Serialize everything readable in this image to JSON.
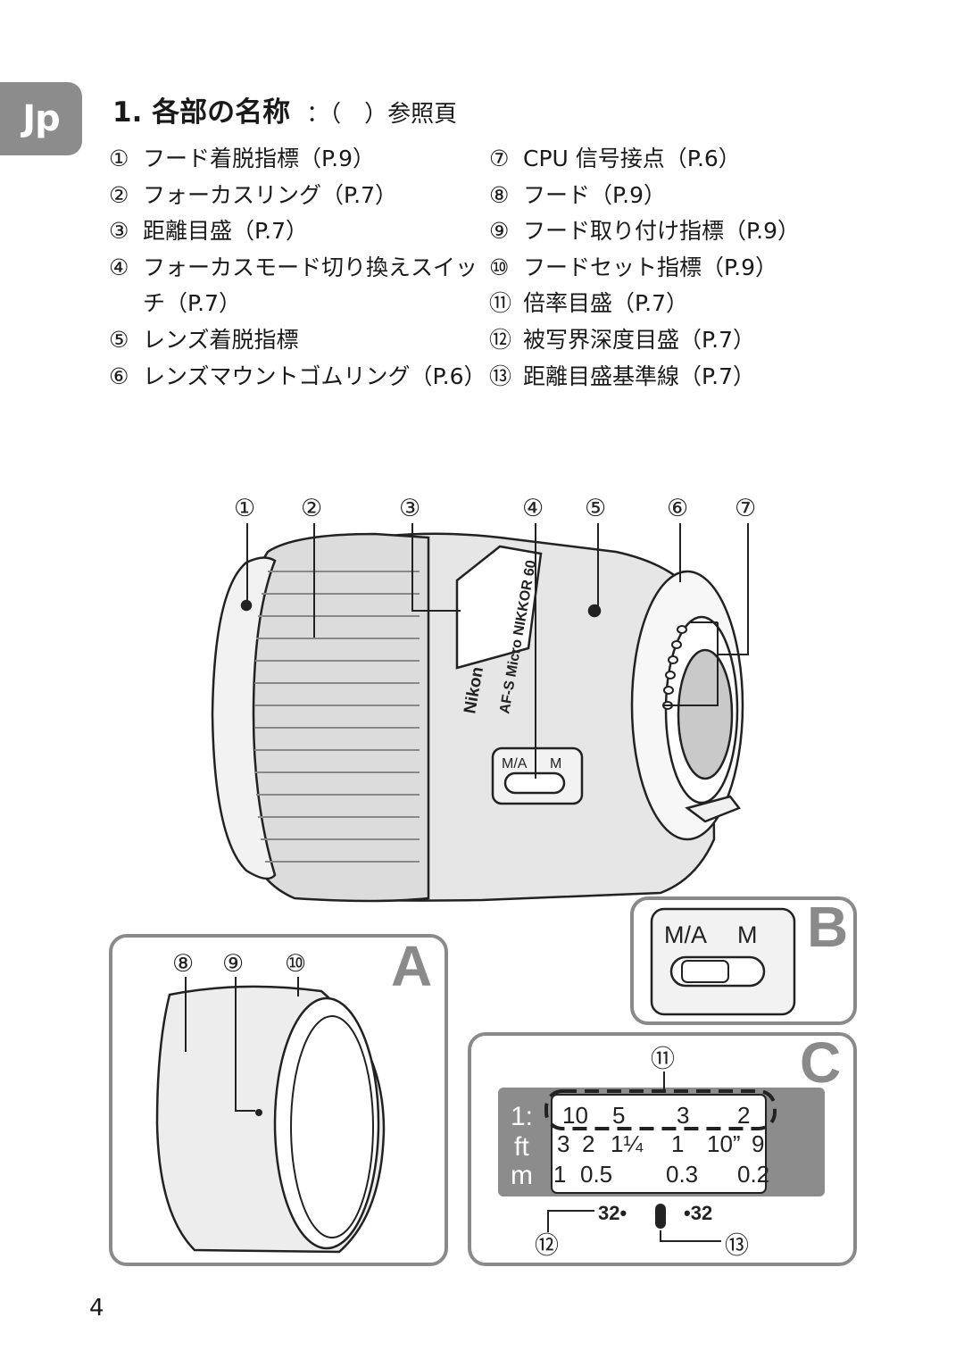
{
  "language_tab": "Jp",
  "section": {
    "title": "1. 各部の名称",
    "note": "：（　）参照頁"
  },
  "parts_left": [
    {
      "num": "①",
      "text": "フード着脱指標（P.9）"
    },
    {
      "num": "②",
      "text": "フォーカスリング（P.7）"
    },
    {
      "num": "③",
      "text": "距離目盛（P.7）"
    },
    {
      "num": "④",
      "text": "フォーカスモード切り換えスイッチ（P.7）"
    },
    {
      "num": "⑤",
      "text": "レンズ着脱指標"
    },
    {
      "num": "⑥",
      "text": "レンズマウントゴムリング（P.6）"
    }
  ],
  "parts_right": [
    {
      "num": "⑦",
      "text": "CPU 信号接点（P.6）"
    },
    {
      "num": "⑧",
      "text": "フード（P.9）"
    },
    {
      "num": "⑨",
      "text": "フード取り付け指標（P.9）"
    },
    {
      "num": "⑩",
      "text": "フードセット指標（P.9）"
    },
    {
      "num": "⑪",
      "text": "倍率目盛（P.7）"
    },
    {
      "num": "⑫",
      "text": "被写界深度目盛（P.7）"
    },
    {
      "num": "⑬",
      "text": "距離目盛基準線（P.7）"
    }
  ],
  "lens_callouts": [
    "①",
    "②",
    "③",
    "④",
    "⑤",
    "⑥",
    "⑦"
  ],
  "lens_markings": {
    "brand": "Nikon",
    "model": "AF-S Micro NIKKOR 60",
    "switch_ma": "M/A",
    "switch_m": "M"
  },
  "panel_a": {
    "letter": "A",
    "callouts": [
      "⑧",
      "⑨",
      "⑩"
    ]
  },
  "panel_b": {
    "letter": "B",
    "label_ma": "M/A",
    "label_m": "M"
  },
  "panel_c": {
    "letter": "C",
    "callout_top": "⑪",
    "callout_left": "⑫",
    "callout_right": "⑬",
    "row_labels": [
      "1:",
      "ft",
      "m"
    ],
    "row_ratio": [
      "10",
      "5",
      "3",
      "2"
    ],
    "row_ft": [
      "3",
      "2",
      "1¼",
      "1",
      "10”",
      "9"
    ],
    "row_m": [
      "1",
      "0.5",
      "0.3",
      "0.2"
    ],
    "dof_left": "32•",
    "dof_right": "•32"
  },
  "page_number": "4"
}
